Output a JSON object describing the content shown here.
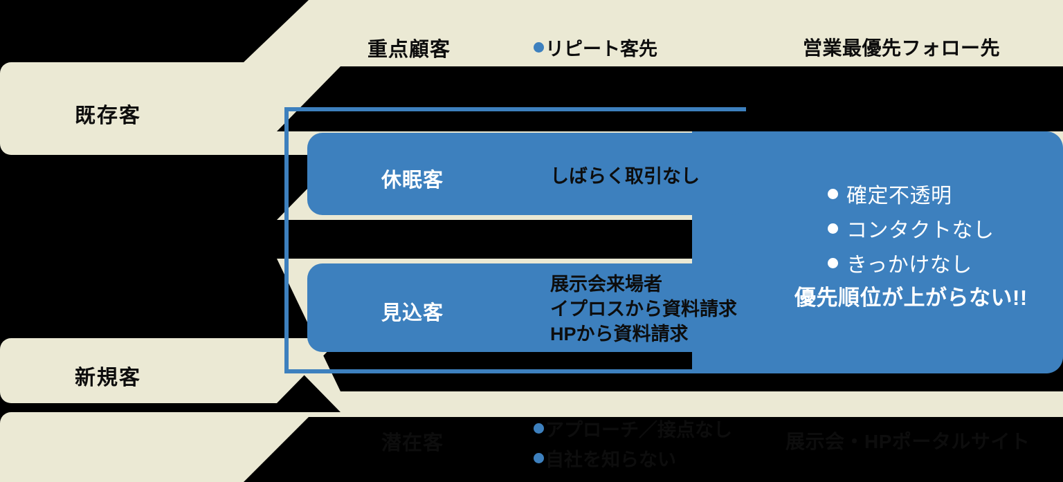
{
  "colors": {
    "background": "#000000",
    "band": "#ebe9d4",
    "accent_blue": "#3d80be",
    "bracket_blue": "#3d80be",
    "dark_text": "#0d0d0d",
    "light_text": "#ffffff"
  },
  "bands": [
    {
      "label": "既存客"
    },
    {
      "label": "新規客"
    }
  ],
  "rows": [
    {
      "stage": "重点顧客",
      "stage_style": "dark",
      "descriptions": [
        "リピート客先"
      ],
      "description_bullets": true,
      "right": "営業最優先フォロー先"
    },
    {
      "stage": "休眠客",
      "stage_style": "light",
      "descriptions": [
        "しばらく取引なし"
      ],
      "description_bullets": false,
      "right": ""
    },
    {
      "stage": "見込客",
      "stage_style": "light",
      "descriptions": [
        "展示会来場者",
        "イプロスから資料請求",
        "HPから資料請求"
      ],
      "description_bullets": false,
      "right": ""
    },
    {
      "stage": "潜在客",
      "stage_style": "dark",
      "descriptions": [
        "アプローチ／接点なし",
        "自社を知らない"
      ],
      "description_bullets": true,
      "right": "展示会・HPポータルサイト"
    }
  ],
  "panel": {
    "bullets": [
      "確定不透明",
      "コンタクトなし",
      "きっかけなし"
    ],
    "punchline": "優先順位が上がらない!!"
  }
}
